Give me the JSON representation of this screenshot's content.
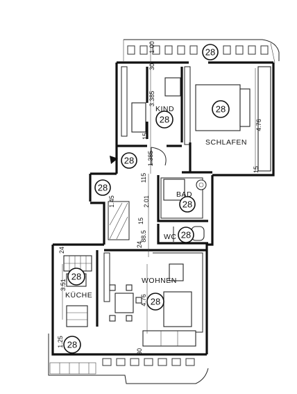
{
  "rooms": {
    "kind": "KIND",
    "schlafen": "SCHLAFEN",
    "bad": "BAD",
    "wc": "WC",
    "wohnen": "WOHNEN",
    "kueche": "KÜCHE"
  },
  "badge": "28",
  "dimensions": {
    "d_100": "1.00",
    "d_30_top": "30",
    "d_3385": "3.385",
    "d_15_kind": "15",
    "d_1385": "1.385",
    "d_476_schlafen": "4.76",
    "d_15_schlafen": "15",
    "d_115": "115",
    "d_201": "2.01",
    "d_145": "1.45",
    "d_885": "88.5",
    "d_24_85": "24",
    "d_15_mid": "15",
    "d_24_kueche": "24",
    "d_351": "3.51",
    "d_476_wohnen": "4.76",
    "d_125": "1.25",
    "d_30_bottom": "30"
  }
}
